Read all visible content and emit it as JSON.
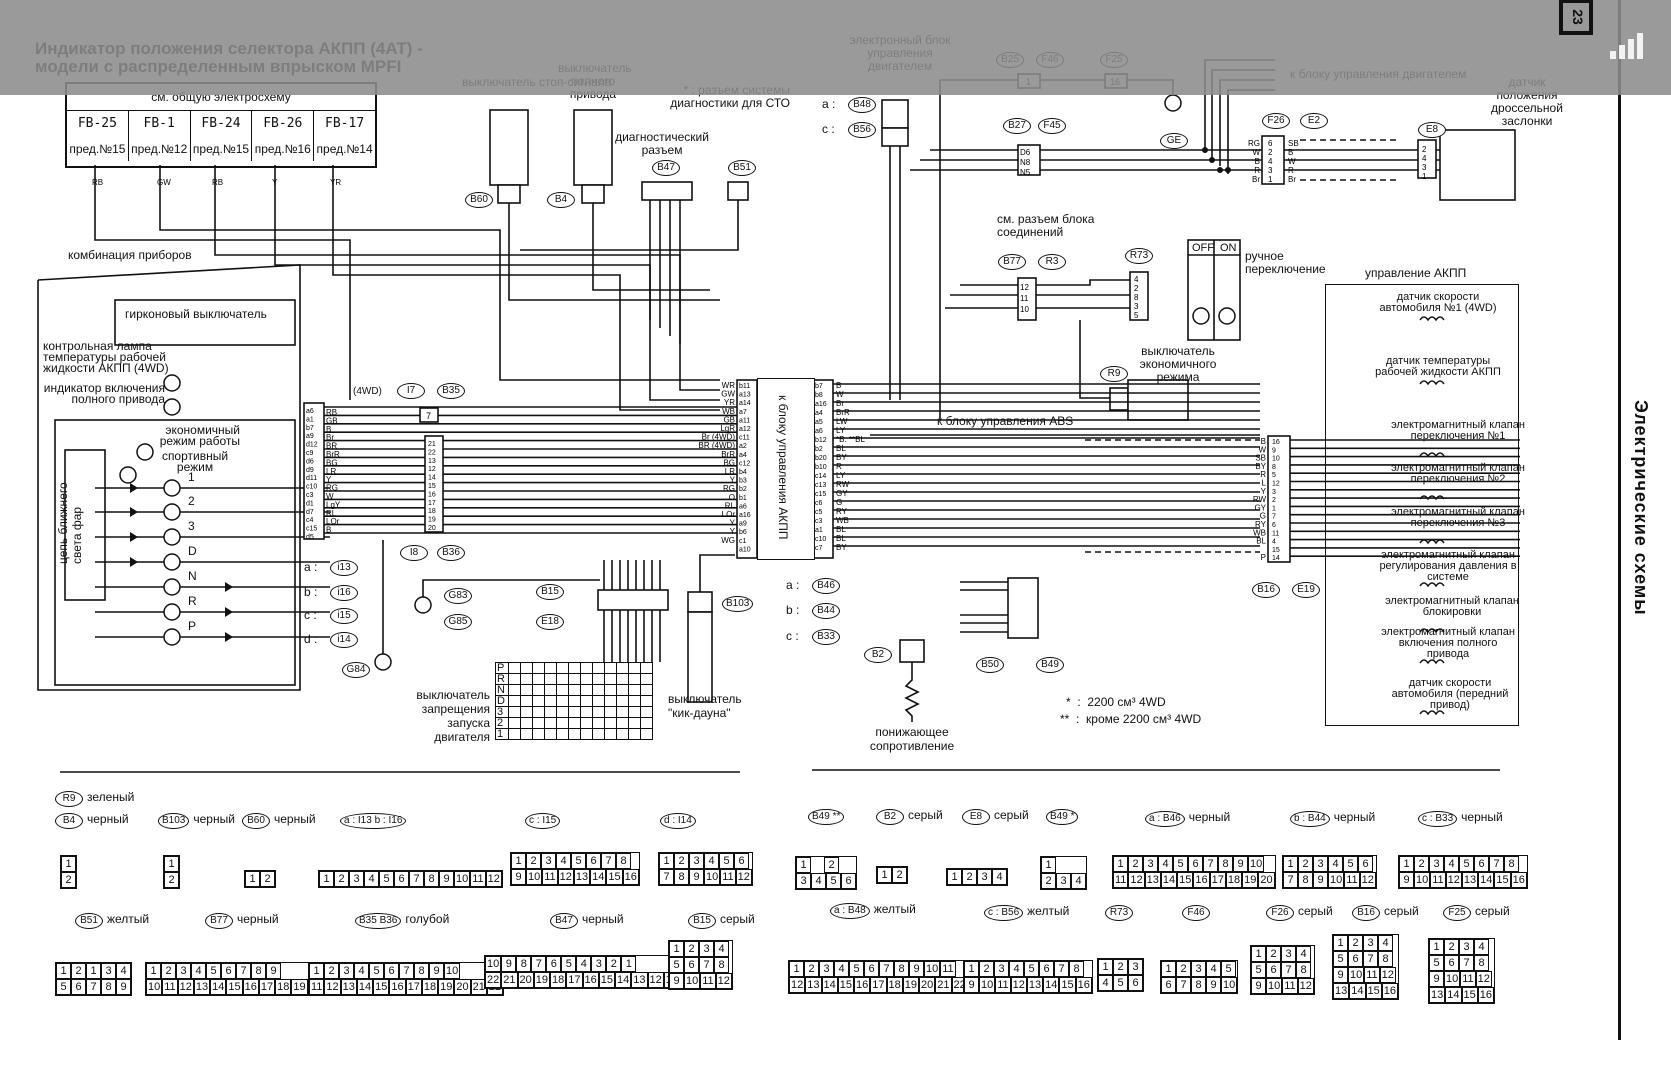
{
  "title": {
    "line1": "Индикатор положения селектора АКПП (4AT) -",
    "line2": "модели с распределенным впрыском MPFI"
  },
  "side_title": "Электрические схемы",
  "page_number": "23",
  "reference_table": {
    "header": "см. общую электросхему",
    "columns": [
      {
        "code": "FB-25",
        "ref": "пред.№15"
      },
      {
        "code": "FB-1",
        "ref": "пред.№12"
      },
      {
        "code": "FB-24",
        "ref": "пред.№15"
      },
      {
        "code": "FB-26",
        "ref": "пред.№16"
      },
      {
        "code": "FB-17",
        "ref": "пред.№14"
      }
    ],
    "wire_colors": [
      "RB",
      "GW",
      "RB",
      "Y",
      "YR"
    ]
  },
  "components": {
    "stop_switch": "выключатель стоп-сигнала",
    "awd_switch": "выключатель полного привода",
    "diag_note": "* : разъем системы диагностики для СТО",
    "diag_connector": "диагностический разъем",
    "ecu": "электронный блок управления двигателем",
    "to_engine_ecu": "к блоку управления двигателем",
    "throttle_sensor": "датчик положения дроссельной заслонки",
    "junction_ref": "см. разъем блока соединений",
    "manual_mode": "ручное переключение",
    "manual_off": "OFF",
    "manual_on": "ON",
    "eco_switch": "выключатель экономичного режима",
    "at_control": "управление АКПП",
    "cluster": "комбинация приборов",
    "reed_switch": "гирконовый выключатель",
    "temp_lamp": "контрольная лампа температуры рабочей жидкости АКПП (4WD)",
    "awd_indicator": "индикатор включения полного привода",
    "eco_mode": "экономичный режим работы",
    "sport_mode": "спортивный режим",
    "headlight_circuit": "цепь ближнего света фар",
    "to_tcu": "к блоку управления АКПП",
    "to_abs": "к блоку управления ABS",
    "inhibitor_switch": "выключатель запрещения запуска двигателя",
    "kickdown_switch": "выключатель \"кик-дауна\"",
    "dropping_resistor": "понижающее сопротивление",
    "four_wd": "(4WD)"
  },
  "gear_positions": [
    "1",
    "2",
    "3",
    "D",
    "N",
    "R",
    "P"
  ],
  "inhibitor_rows": [
    "P",
    "R",
    "N",
    "D",
    "3",
    "2",
    "1"
  ],
  "at_unit_items": [
    "датчик скорости автомобиля №1 (4WD)",
    "датчик температуры рабочей жидкости АКПП",
    "электромагнитный клапан переключения №1",
    "электромагнитный клапан переключения №2",
    "электромагнитный клапан переключения №3",
    "электромагнитный клапан регулирования давления в системе",
    "электромагнитный клапан блокировки",
    "электромагнитный клапан включения полного привода",
    "датчик скорости автомобиля (передний привод)"
  ],
  "connector_tags": {
    "B60": "B60",
    "B4": "B4",
    "B47": "B47",
    "B51": "B51",
    "B48": "B48",
    "B56": "B56",
    "B25": "B25",
    "F46": "F46",
    "F25": "F25",
    "B27": "B27",
    "F45": "F45",
    "GE": "GE",
    "F26": "F26",
    "E2": "E2",
    "E8": "E8",
    "B77": "B77",
    "R3": "R3",
    "R73": "R73",
    "R9": "R9",
    "I7": "I7",
    "B35": "B35",
    "I8": "I8",
    "B36": "B36",
    "I13": "i13",
    "I16": "i16",
    "I15": "i15",
    "I14": "i14",
    "G83": "G83",
    "G85": "G85",
    "G84": "G84",
    "B15": "B15",
    "E18": "E18",
    "B103": "B103",
    "B46": "B46",
    "B44": "B44",
    "B33": "B33",
    "B2": "B2",
    "B50": "B50",
    "B49": "B49",
    "B16": "B16",
    "E19": "E19"
  },
  "prefix_labels": {
    "a": "a :",
    "b": "b :",
    "c": "c :",
    "d": "d :"
  },
  "footnotes": [
    {
      "mark": "*",
      "text": "2200 см³  4WD"
    },
    {
      "mark": "**",
      "text": "кроме 2200 см³  4WD"
    }
  ],
  "legend": {
    "row1": [
      {
        "tag": "R9",
        "color": "зеленый"
      },
      {
        "tag": "B4",
        "color": "черный"
      },
      {
        "tag": "B103",
        "color": "черный"
      },
      {
        "tag": "B60",
        "color": "черный"
      },
      {
        "tag": "a : I13  b : I16",
        "color": ""
      },
      {
        "tag": "c : I15",
        "color": ""
      },
      {
        "tag": "d : I14",
        "color": ""
      },
      {
        "tag": "B49 **",
        "color": ""
      },
      {
        "tag": "B2",
        "color": "серый"
      },
      {
        "tag": "E8",
        "color": "серый"
      },
      {
        "tag": "B49 *",
        "color": ""
      },
      {
        "tag": "a : B46",
        "color": "черный"
      },
      {
        "tag": "b : B44",
        "color": "черный"
      },
      {
        "tag": "c : B33",
        "color": "черный"
      }
    ],
    "row2": [
      {
        "tag": "B51",
        "color": "желтый"
      },
      {
        "tag": "B77",
        "color": "черный"
      },
      {
        "tag": "B35  B36",
        "color": "голубой"
      },
      {
        "tag": "B47",
        "color": "черный"
      },
      {
        "tag": "B15",
        "color": "серый"
      },
      {
        "tag": "a : B48",
        "color": "желтый"
      },
      {
        "tag": "c : B56",
        "color": "желтый"
      },
      {
        "tag": "R73",
        "color": ""
      },
      {
        "tag": "F46",
        "color": ""
      },
      {
        "tag": "F26",
        "color": "серый"
      },
      {
        "tag": "B16",
        "color": "серый"
      },
      {
        "tag": "F25",
        "color": "серый"
      }
    ]
  },
  "connector_pinouts": {
    "B4": [
      [
        "1"
      ],
      [
        "2"
      ]
    ],
    "B103": [
      [
        "1"
      ],
      [
        "2"
      ]
    ],
    "B60": [
      [
        "1",
        "2"
      ]
    ],
    "I13_I16": [
      [
        "1",
        "2",
        "3",
        "4",
        "5",
        "6",
        "7",
        "8",
        "9",
        "10",
        "11",
        "12"
      ]
    ],
    "I15": [
      [
        "1",
        "2",
        "3",
        "4",
        "5",
        "6",
        "7",
        "8"
      ],
      [
        "9",
        "10",
        "11",
        "12",
        "13",
        "14",
        "15",
        "16"
      ]
    ],
    "I14": [
      [
        "1",
        "2",
        "3",
        "4",
        "5",
        "6"
      ],
      [
        "7",
        "8",
        "9",
        "10",
        "11",
        "12"
      ]
    ],
    "B49_2": [
      [
        "1",
        "",
        "2"
      ],
      [
        "3",
        "4",
        "5",
        "6"
      ]
    ],
    "B2": [
      [
        "1",
        "2"
      ]
    ],
    "E8": [
      [
        "1",
        "2",
        "3",
        "4"
      ]
    ],
    "B49_1": [
      [
        "1",
        ""
      ],
      [
        "2",
        "3",
        "4"
      ]
    ],
    "B46": [
      [
        "1",
        "2",
        "3",
        "4",
        "5",
        "6",
        "7",
        "8",
        "9",
        "10"
      ],
      [
        "11",
        "12",
        "13",
        "14",
        "15",
        "16",
        "17",
        "18",
        "19",
        "20"
      ]
    ],
    "B44": [
      [
        "1",
        "2",
        "3",
        "4",
        "5",
        "6"
      ],
      [
        "7",
        "8",
        "9",
        "10",
        "11",
        "12"
      ]
    ],
    "B33": [
      [
        "1",
        "2",
        "3",
        "4",
        "5",
        "6",
        "7",
        "8"
      ],
      [
        "9",
        "10",
        "11",
        "12",
        "13",
        "14",
        "15",
        "16"
      ]
    ],
    "B51": [
      [
        "1",
        "2",
        "1",
        "3",
        "4"
      ],
      [
        "5",
        "6",
        "7",
        "8",
        "9"
      ]
    ],
    "B77": [
      [
        "1",
        "2",
        "3",
        "4",
        "5",
        "6",
        "7",
        "8",
        "9"
      ],
      [
        "10",
        "11",
        "12",
        "13",
        "14",
        "15",
        "16",
        "17",
        "18",
        "19",
        "20"
      ]
    ],
    "B35_B36": [
      [
        "1",
        "2",
        "3",
        "4",
        "5",
        "6",
        "7",
        "8",
        "9",
        "10"
      ],
      [
        "11",
        "12",
        "13",
        "14",
        "15",
        "16",
        "17",
        "18",
        "19",
        "20",
        "21",
        "22"
      ]
    ],
    "B47": [
      [
        "10",
        "9",
        "8",
        "7",
        "6",
        "5",
        "4",
        "3",
        "2",
        "1"
      ],
      [
        "22",
        "21",
        "20",
        "19",
        "18",
        "17",
        "16",
        "15",
        "14",
        "13",
        "12",
        "11"
      ]
    ],
    "B15": [
      [
        "1",
        "2",
        "3",
        "4"
      ],
      [
        "5",
        "6",
        "7",
        "8"
      ],
      [
        "9",
        "10",
        "11",
        "12"
      ]
    ],
    "B48": [
      [
        "1",
        "2",
        "3",
        "4",
        "5",
        "6",
        "7",
        "8",
        "9",
        "10",
        "11"
      ],
      [
        "12",
        "13",
        "14",
        "15",
        "16",
        "17",
        "18",
        "19",
        "20",
        "21",
        "22"
      ]
    ],
    "B56": [
      [
        "1",
        "2",
        "3",
        "4",
        "5",
        "6",
        "7",
        "8"
      ],
      [
        "9",
        "10",
        "11",
        "12",
        "13",
        "14",
        "15",
        "16"
      ]
    ],
    "R73": [
      [
        "1",
        "2",
        "3"
      ],
      [
        "4",
        "5",
        "6"
      ]
    ],
    "F46": [
      [
        "1",
        "2",
        "3",
        "4",
        "5"
      ],
      [
        "6",
        "7",
        "8",
        "9",
        "10"
      ]
    ],
    "F26": [
      [
        "1",
        "2",
        "3",
        "4"
      ],
      [
        "5",
        "6",
        "7",
        "8"
      ],
      [
        "9",
        "10",
        "11",
        "12"
      ]
    ],
    "B16": [
      [
        "1",
        "2",
        "3",
        "4"
      ],
      [
        "5",
        "6",
        "7",
        "8"
      ],
      [
        "9",
        "10",
        "11",
        "12"
      ],
      [
        "13",
        "14",
        "15",
        "16"
      ]
    ],
    "F25": [
      [
        "1",
        "2",
        "3",
        "4"
      ],
      [
        "5",
        "6",
        "7",
        "8"
      ],
      [
        "9",
        "10",
        "11",
        "12"
      ],
      [
        "13",
        "14",
        "15",
        "16"
      ]
    ]
  },
  "wire_labels": {
    "cluster_pins": [
      "a6",
      "a1",
      "b7",
      "a9",
      "d12",
      "c9",
      "d6",
      "d9",
      "d11",
      "c10",
      "c3",
      "d1",
      "d7",
      "c4",
      "c15",
      "d5"
    ],
    "cluster_wires": [
      "RB",
      "GB",
      "B",
      "Br",
      "BR",
      "BrR",
      "BG",
      "LR",
      "Y",
      "RG",
      "W",
      "LgY",
      "RL",
      "LOr",
      "B",
      ""
    ],
    "i8_pins": [
      "21",
      "22",
      "13",
      "12",
      "14",
      "15",
      "16",
      "17",
      "18",
      "19",
      "20"
    ],
    "tcu_left_pins": [
      "b11",
      "a13",
      "a14",
      "a7",
      "a11",
      "a12",
      "c11",
      "a2",
      "a4",
      "c12",
      "b4",
      "b3",
      "b2",
      "b1",
      "a6",
      "a16",
      "a9",
      "b6",
      "c1",
      "a10"
    ],
    "tcu_left_wires": [
      "WR",
      "GW",
      "YR",
      "WB",
      "GB",
      "LgR",
      "Br (4WD)",
      "BR (4WD)",
      "BrR",
      "BG",
      "LR",
      "Y",
      "RG",
      "O",
      "RL",
      "LOr",
      "Y",
      "Y",
      "WG",
      ""
    ],
    "tcu_right_pins": [
      "b7",
      "b8",
      "a16",
      "a4",
      "a5",
      "a6",
      "b12",
      "b2",
      "b20",
      "b10",
      "c14",
      "c13",
      "c15",
      "c6",
      "c5",
      "c3",
      "a1",
      "c10",
      "c7"
    ],
    "tcu_right_wires": [
      "B",
      "W",
      "Br",
      "BrR",
      "LW",
      "LY",
      "*B. **BL",
      "BL",
      "BY",
      "R",
      "LY",
      "RW",
      "GY",
      "G",
      "RY",
      "WB",
      "BL",
      "BL",
      "BY"
    ],
    "b16_pins": [
      "16",
      "9",
      "10",
      "8",
      "5",
      "12",
      "3",
      "2",
      "1",
      "7",
      "6",
      "11",
      "4",
      "15",
      "14"
    ],
    "b16_wires": [
      "B",
      "W",
      "SB",
      "BY",
      "R",
      "L",
      "Y",
      "RW",
      "GY",
      "G",
      "RY",
      "WB",
      "BL",
      "",
      "P"
    ],
    "f26_pins": [
      "6",
      "2",
      "4",
      "3",
      "1"
    ],
    "f26_wires_left": [
      "RG",
      "W",
      "B",
      "R",
      "Br"
    ],
    "f26_wires_right": [
      "SB",
      "B",
      "W",
      "R",
      "Br"
    ],
    "e8_pins": [
      "2",
      "4",
      "3",
      "1"
    ],
    "b27_pins": [
      "D6",
      "N8",
      "N5"
    ],
    "b77_pins": [
      "12",
      "11",
      "10"
    ],
    "r73_pins": [
      "4",
      "2",
      "8",
      "3",
      "5"
    ],
    "b25_pin": "1",
    "f25_pin": "16",
    "i7_pin": "7"
  }
}
